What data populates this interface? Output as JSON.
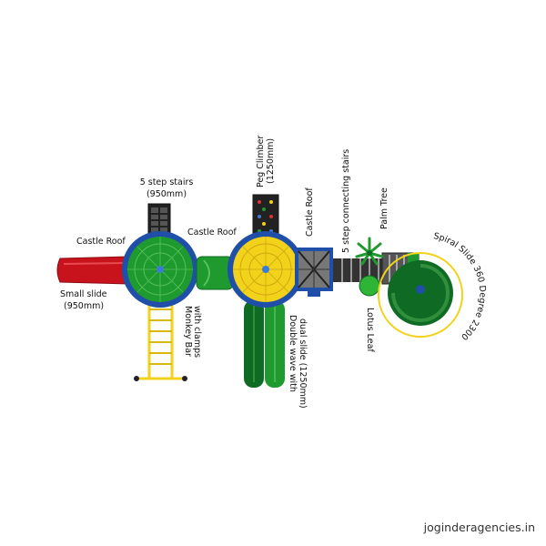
{
  "labels": {
    "five_step_stairs": "5 step stairs",
    "five_step_stairs_size": "(950mm)",
    "castle_roof_left": "Castle Roof",
    "castle_roof_middle": "Castle Roof",
    "castle_roof_vertical": "Castle Roof",
    "small_slide": "Small slide",
    "small_slide_size": "(950mm)",
    "monkey_bar_line1": "Monkey Bar",
    "monkey_bar_line2": "with clamps",
    "peg_climber_line1": "Peg Climber",
    "peg_climber_line2": "(1250mm)",
    "double_wave_line1": "Double wave with",
    "double_wave_line2": "dual slide (1250mm)",
    "connecting_stairs": "5 step connecting stairs",
    "palm_tree": "Palm Tree",
    "lotus_leaf": "Lotus Leaf",
    "spiral_slide": "Spiral Slide 360 Degree 2300mm"
  },
  "watermark": "joginderagencies.in",
  "colors": {
    "red_slide": "#c8121c",
    "green_deck": "#1f9a2e",
    "blue_rim": "#1f4fa8",
    "yellow": "#f2d21a",
    "dark_green": "#0f6a23",
    "panel_dark": "#222222"
  }
}
